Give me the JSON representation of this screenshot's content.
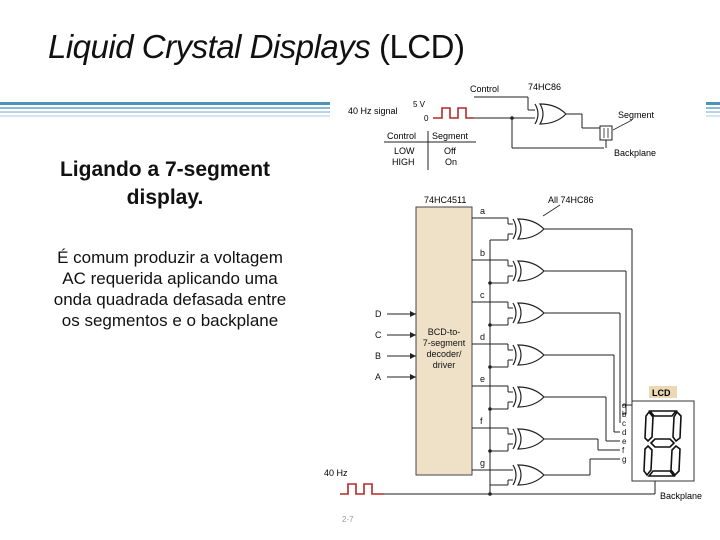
{
  "title": {
    "italic": "Liquid Crystal Displays",
    "normal": " (LCD)"
  },
  "subheading": "Ligando a 7-segment display.",
  "body": "É comum produzir a voltagem AC requerida aplicando uma onda quadrada defasada entre os segmentos e o backplane",
  "footer": "2-7",
  "diagram": {
    "top": {
      "signal_label": "40 Hz signal",
      "high_level": "5 V",
      "low_level": "0",
      "control_label": "Control",
      "chip": "74HC86",
      "segment_label": "Segment",
      "backplane_label": "Backplane",
      "table": {
        "headers": [
          "Control",
          "Segment"
        ],
        "rows": [
          [
            "LOW",
            "Off"
          ],
          [
            "HIGH",
            "On"
          ]
        ]
      }
    },
    "main": {
      "decoder_chip": "74HC4511",
      "xor_chips": "All 74HC86",
      "decoder_label": "BCD-to-7-segment decoder/driver",
      "decoder_lines": [
        "BCD-to-",
        "7-segment",
        "decoder/",
        "driver"
      ],
      "inputs": [
        "D",
        "C",
        "B",
        "A"
      ],
      "outputs": [
        "a",
        "b",
        "c",
        "d",
        "e",
        "f",
        "g"
      ],
      "freq_label": "40 Hz",
      "lcd_label": "LCD",
      "digit": "8",
      "backplane_label": "Backplane"
    },
    "colors": {
      "decoder_fill": "#efe1c7",
      "lcd_label_fill": "#ecd9b4",
      "accent_bar": "#2f7fb3"
    }
  }
}
